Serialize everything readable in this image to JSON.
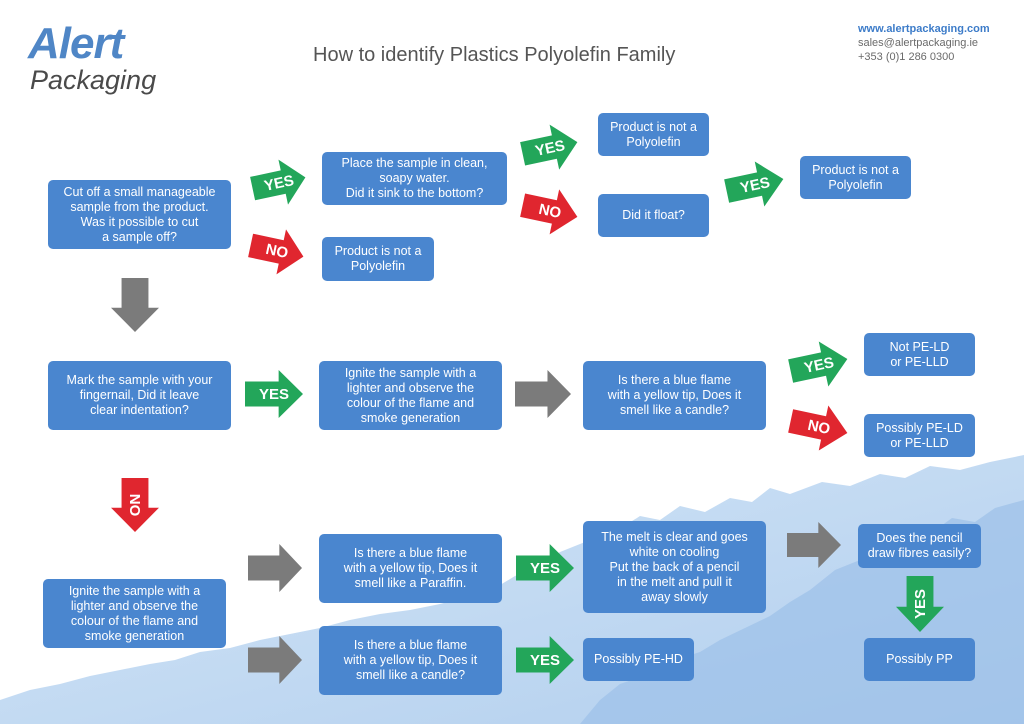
{
  "header": {
    "logo_alert": "Alert",
    "logo_packaging": "Packaging",
    "title": "How to identify Plastics Polyolefin Family",
    "website": "www.alertpackaging.com",
    "email": "sales@alertpackaging.ie",
    "phone": "+353 (0)1 286 0300"
  },
  "colors": {
    "box": "#4a86cf",
    "yes": "#23a65a",
    "no": "#e0262f",
    "next": "#7b7b7b"
  },
  "boxes": {
    "cut": "Cut off a small manageable\nsample from the product.\nWas it possible to cut\na sample off?",
    "soapy": "Place the sample in clean,\nsoapy water.\nDid it sink to the bottom?",
    "not1": "Product is not a\nPolyolefin",
    "not2": "Product is not a\nPolyolefin",
    "float": "Did it float?",
    "not3": "Product is not a\nPolyolefin",
    "mark": "Mark the sample with your\nfingernail, Did it leave\nclear indentation?",
    "ignite1": "Ignite the sample with a\nlighter and observe the\ncolour of the flame and\nsmoke generation",
    "candle1": "Is there a blue flame\nwith a yellow tip, Does it\nsmell like a candle?",
    "notpeld": "Not PE-LD\nor PE-LLD",
    "possiblypeld": "Possibly PE-LD\nor PE-LLD",
    "ignite2": "Ignite the sample with a\nlighter and observe the\ncolour of the flame and\nsmoke generation",
    "paraffin": "Is there a blue flame\nwith a yellow tip, Does it\nsmell like a Paraffin.",
    "melt": "The melt is clear and goes\nwhite on cooling\nPut the back of a pencil\nin the melt and pull it\naway slowly",
    "fibres": "Does the pencil\ndraw fibres easily?",
    "candle2": "Is there a blue flame\nwith a yellow tip, Does it\nsmell like a candle?",
    "pehd": "Possibly PE-HD",
    "pp": "Possibly PP"
  },
  "arrows": {
    "yes_cut": "YES",
    "no_cut": "NO",
    "yes_sink": "YES",
    "no_sink": "NO",
    "yes_float": "YES",
    "yes_mark": "YES",
    "no_mark": "NO",
    "yes_candle1": "YES",
    "no_candle1": "NO",
    "yes_paraffin": "YES",
    "yes_candle2": "YES",
    "yes_fibres": "YES"
  }
}
